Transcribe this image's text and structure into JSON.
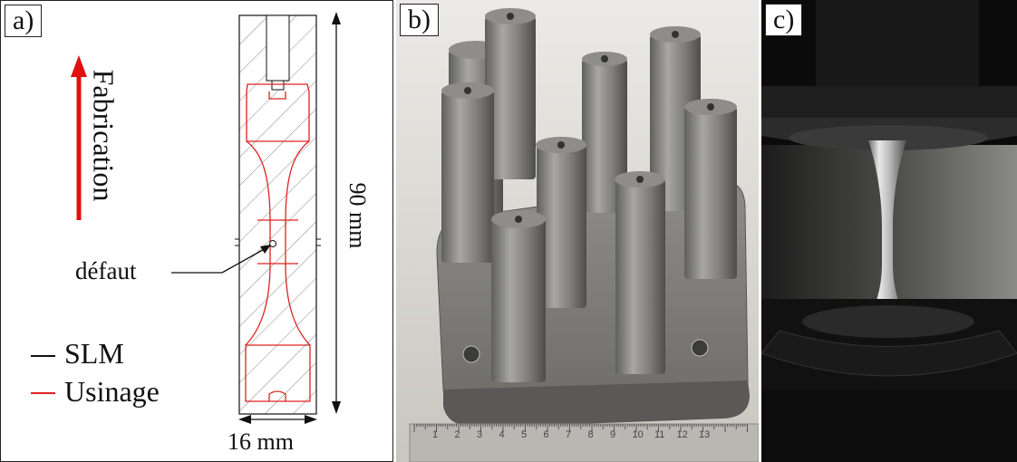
{
  "panel_a": {
    "tag": "a)",
    "arrow_label": "Fabrication",
    "dim_vertical": "90 mm",
    "dim_horizontal": "16 mm",
    "defect_label": "défaut",
    "legend": [
      {
        "label": "SLM",
        "color": "#111111"
      },
      {
        "label": "Usinage",
        "color": "#e02020"
      }
    ],
    "arrow_color": "#e01010"
  },
  "panel_b": {
    "tag": "b)",
    "ruler_numbers": [
      "1",
      "2",
      "3",
      "4",
      "5",
      "6",
      "7",
      "8",
      "9",
      "10",
      "11",
      "12",
      "13"
    ]
  },
  "panel_c": {
    "tag": "c)"
  }
}
